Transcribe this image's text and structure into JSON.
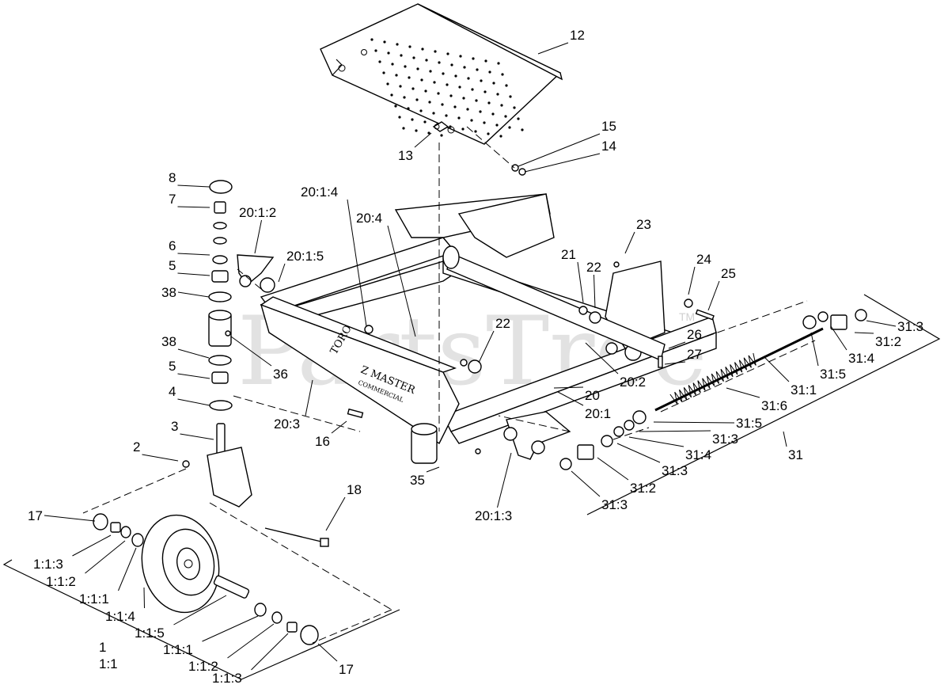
{
  "watermark": {
    "text": "PartsTree",
    "trademark": "TM"
  },
  "decals": {
    "brand": "TORO",
    "model": "Z MASTER",
    "sub": "COMMERCIAL"
  },
  "callouts": [
    {
      "id": "12",
      "text": "12"
    },
    {
      "id": "13",
      "text": "13"
    },
    {
      "id": "15",
      "text": "15"
    },
    {
      "id": "14",
      "text": "14"
    },
    {
      "id": "8",
      "text": "8"
    },
    {
      "id": "7",
      "text": "7"
    },
    {
      "id": "6",
      "text": "6"
    },
    {
      "id": "5a",
      "text": "5"
    },
    {
      "id": "38a",
      "text": "38"
    },
    {
      "id": "38b",
      "text": "38"
    },
    {
      "id": "5b",
      "text": "5"
    },
    {
      "id": "4",
      "text": "4"
    },
    {
      "id": "36",
      "text": "36"
    },
    {
      "id": "3",
      "text": "3"
    },
    {
      "id": "2",
      "text": "2"
    },
    {
      "id": "20-1-2",
      "text": "20:1:2"
    },
    {
      "id": "20-1-5",
      "text": "20:1:5"
    },
    {
      "id": "20-1-4",
      "text": "20:1:4"
    },
    {
      "id": "20-4",
      "text": "20:4"
    },
    {
      "id": "22a",
      "text": "22"
    },
    {
      "id": "20-3",
      "text": "20:3"
    },
    {
      "id": "16",
      "text": "16"
    },
    {
      "id": "35",
      "text": "35"
    },
    {
      "id": "20-1-3",
      "text": "20:1:3"
    },
    {
      "id": "20",
      "text": "20"
    },
    {
      "id": "20-1",
      "text": "20:1"
    },
    {
      "id": "20-2",
      "text": "20:2"
    },
    {
      "id": "23",
      "text": "23"
    },
    {
      "id": "21",
      "text": "21"
    },
    {
      "id": "22b",
      "text": "22"
    },
    {
      "id": "24",
      "text": "24"
    },
    {
      "id": "25",
      "text": "25"
    },
    {
      "id": "26",
      "text": "26"
    },
    {
      "id": "27",
      "text": "27"
    },
    {
      "id": "31-3a",
      "text": "31:3"
    },
    {
      "id": "31-2a",
      "text": "31:2"
    },
    {
      "id": "31-4a",
      "text": "31:4"
    },
    {
      "id": "31-5a",
      "text": "31:5"
    },
    {
      "id": "31-1",
      "text": "31:1"
    },
    {
      "id": "31-6",
      "text": "31:6"
    },
    {
      "id": "31-5b",
      "text": "31:5"
    },
    {
      "id": "31-3b",
      "text": "31:3"
    },
    {
      "id": "31-4b",
      "text": "31:4"
    },
    {
      "id": "31-3c",
      "text": "31:3"
    },
    {
      "id": "31-2b",
      "text": "31:2"
    },
    {
      "id": "31-3d",
      "text": "31:3"
    },
    {
      "id": "31",
      "text": "31"
    },
    {
      "id": "18",
      "text": "18"
    },
    {
      "id": "17a",
      "text": "17"
    },
    {
      "id": "1-1-3a",
      "text": "1:1:3"
    },
    {
      "id": "1-1-2a",
      "text": "1:1:2"
    },
    {
      "id": "1-1-1a",
      "text": "1:1:1"
    },
    {
      "id": "1-1-4",
      "text": "1:1:4"
    },
    {
      "id": "1-1-5",
      "text": "1:1:5"
    },
    {
      "id": "1-1-1b",
      "text": "1:1:1"
    },
    {
      "id": "1-1-2b",
      "text": "1:1:2"
    },
    {
      "id": "1-1-3b",
      "text": "1:1:3"
    },
    {
      "id": "1",
      "text": "1"
    },
    {
      "id": "1-1",
      "text": "1:1"
    },
    {
      "id": "17b",
      "text": "17"
    }
  ]
}
